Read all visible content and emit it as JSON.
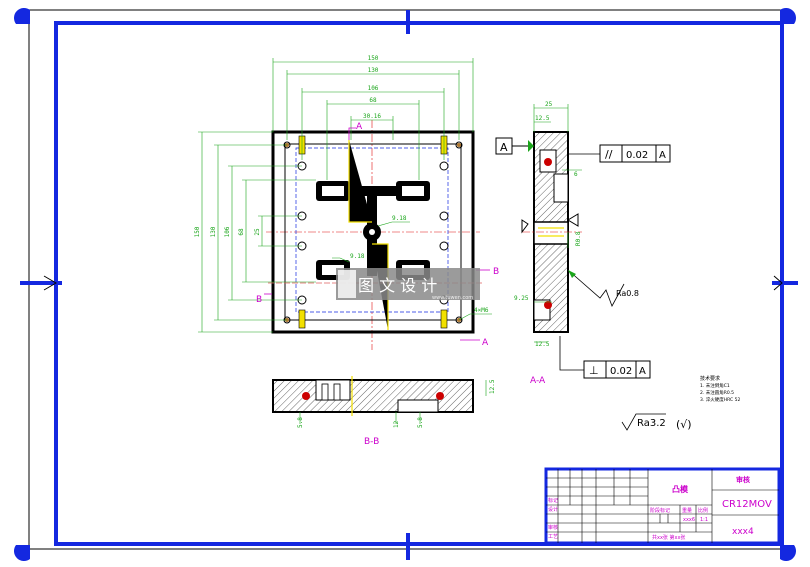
{
  "top_view": {
    "dims_horizontal": [
      "150",
      "130",
      "106",
      "68",
      "30.16"
    ],
    "dims_vertical": [
      "150",
      "130",
      "106",
      "68",
      "25"
    ],
    "section_labels": [
      "A",
      "A",
      "B",
      "B"
    ],
    "small_dims": [
      "9.18",
      "9.18",
      "4×M6"
    ]
  },
  "side_view": {
    "dims": [
      "25",
      "12.5",
      "9.25",
      "12.5",
      "6"
    ],
    "datum_label": "A",
    "parallel_tolerance": {
      "symbol": "//",
      "value": "0.02",
      "datum": "A"
    },
    "perpendicular_tolerance": {
      "symbol": "⊥",
      "value": "0.02",
      "datum": "A"
    },
    "roughness": "Ra0.8",
    "section_title": "A-A",
    "fillet": "R0.8"
  },
  "bottom_view": {
    "dims": [
      "5.8",
      "12",
      "5.8",
      "12.5"
    ],
    "section_title": "B-B"
  },
  "notes": {
    "title": "技术要求",
    "lines": [
      "1. 未注倒角C1",
      "2. 未注圆角R0.5",
      "3. 淬火硬度HRC 52"
    ]
  },
  "roughness_general": {
    "value": "Ra3.2",
    "mark": "(√)"
  },
  "watermark": {
    "text": "图 文 设 计",
    "sub": "www.tuwen.com"
  },
  "title_block": {
    "part_name": "凸模",
    "unit": "审核",
    "material": "CR12MOV",
    "drawing_no": "xxx4",
    "scale_label": "比例",
    "scale": "1:1",
    "weight_label": "重量",
    "stage_label": "阶段标记",
    "qty": "xxx6",
    "sheet": "共xx张 第xx张",
    "row_labels": [
      "标记",
      "设计",
      "审核",
      "工艺"
    ]
  },
  "colors": {
    "frame": "#1428e0",
    "outline": "#000000",
    "dimension": "#1aa51a",
    "center_line": "#e01414",
    "annotation": "#cc00cc",
    "hidden": "#1428e0"
  }
}
